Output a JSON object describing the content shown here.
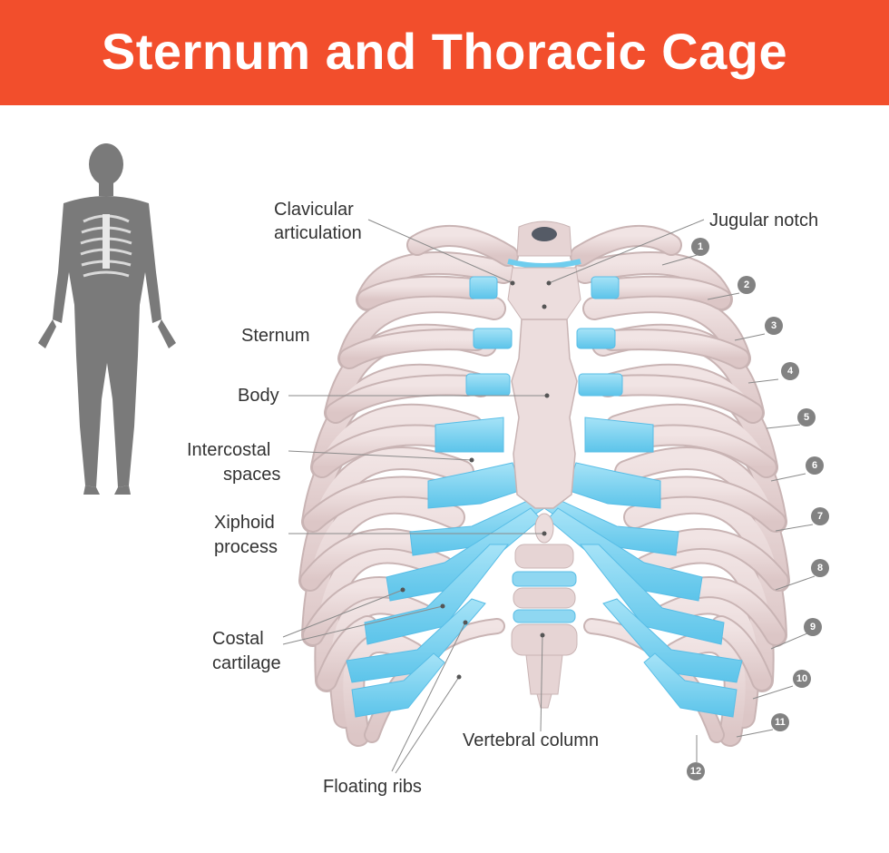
{
  "title": "Sternum and Thoracic Cage",
  "labels": {
    "clavicular_1": "Clavicular",
    "clavicular_2": "articulation",
    "jugular_notch": "Jugular notch",
    "sternum": "Sternum",
    "body": "Body",
    "intercostal_1": "Intercostal",
    "intercostal_2": "spaces",
    "xiphoid_1": "Xiphoid",
    "xiphoid_2": "process",
    "costal_1": "Costal",
    "costal_2": "cartilage",
    "vertebral_column": "Vertebral column",
    "floating_ribs": "Floating ribs"
  },
  "rib_numbers": [
    "1",
    "2",
    "3",
    "4",
    "5",
    "6",
    "7",
    "8",
    "9",
    "10",
    "11",
    "12"
  ],
  "colors": {
    "banner": "#f24e2c",
    "bone": "#e6d4d4",
    "bone_outline": "#c9b4b4",
    "cartilage": "#7fd2ef",
    "silhouette": "#7a7a7a",
    "badge": "#828282"
  }
}
